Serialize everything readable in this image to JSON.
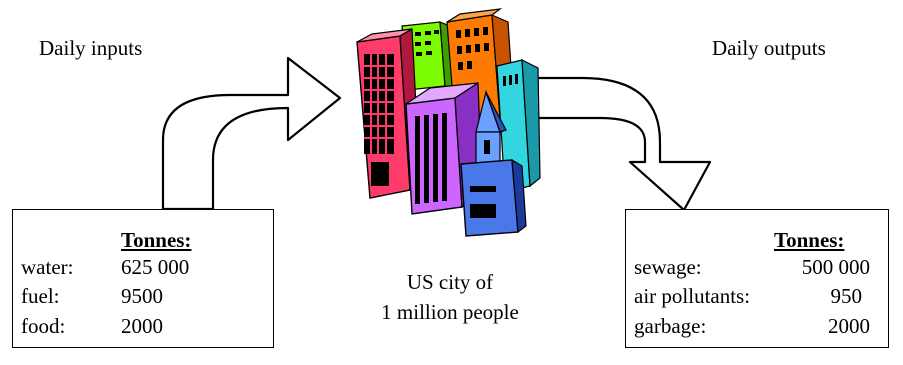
{
  "inputs": {
    "title": "Daily inputs",
    "header": "Tonnes:",
    "items": [
      {
        "label": "water:",
        "value": "625 000"
      },
      {
        "label": "fuel:",
        "value": "9500"
      },
      {
        "label": "food:",
        "value": "2000"
      }
    ]
  },
  "outputs": {
    "title": "Daily outputs",
    "header": "Tonnes:",
    "items": [
      {
        "label": "sewage:",
        "value": "500 000"
      },
      {
        "label": "air pollutants:",
        "value": "950"
      },
      {
        "label": "garbage:",
        "value": "2000"
      }
    ]
  },
  "city": {
    "caption_line1": "US city of",
    "caption_line2": "1 million people",
    "icon": "city-buildings-icon"
  }
}
